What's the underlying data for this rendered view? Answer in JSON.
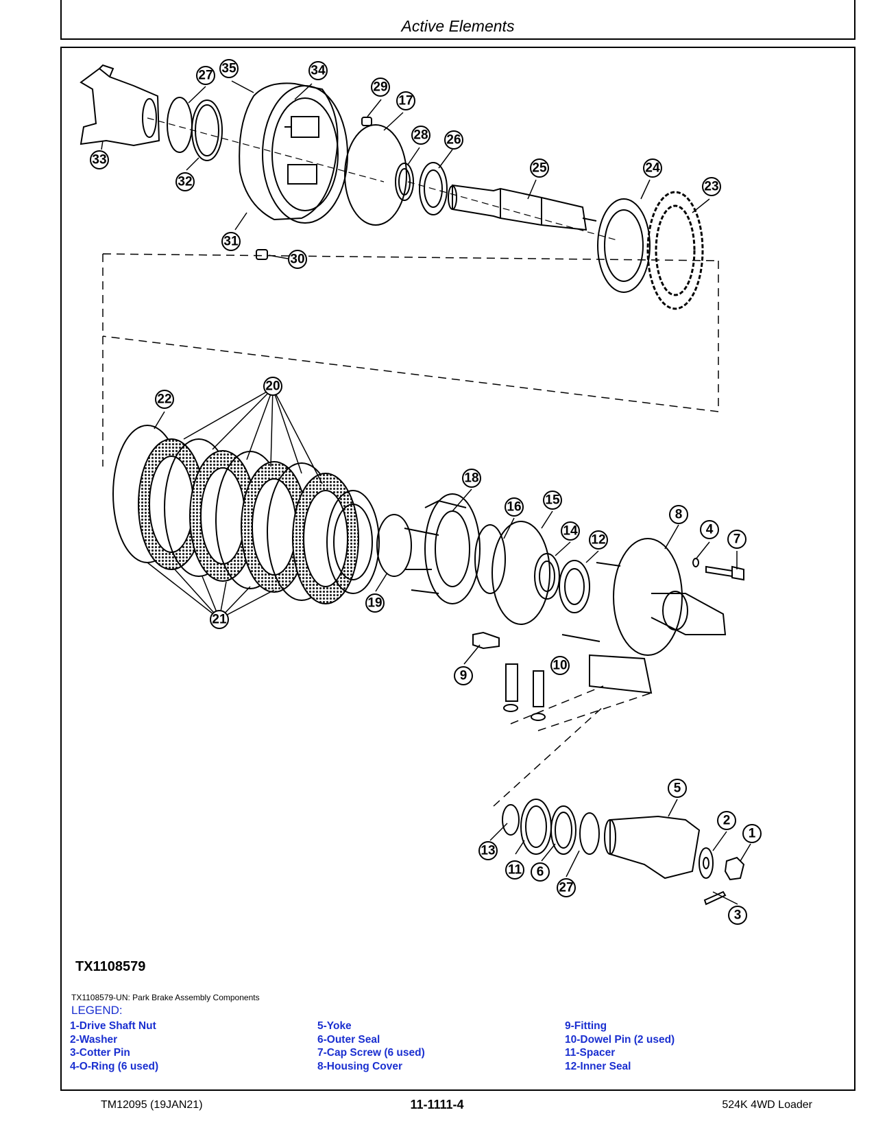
{
  "section_title": "Active Elements",
  "figure_id": "TX1108579",
  "caption": "TX1108579-UN: Park Brake Assembly Components",
  "legend": {
    "heading": "LEGEND:",
    "columns": [
      [
        "1-Drive Shaft Nut",
        "2-Washer",
        "3-Cotter Pin",
        "4-O-Ring (6 used)"
      ],
      [
        "5-Yoke",
        "6-Outer Seal",
        "7-Cap Screw (6 used)",
        "8-Housing Cover"
      ],
      [
        "9-Fitting",
        "10-Dowel Pin (2 used)",
        "11-Spacer",
        "12-Inner Seal"
      ]
    ]
  },
  "callouts": [
    "1",
    "2",
    "3",
    "4",
    "5",
    "6",
    "7",
    "8",
    "9",
    "10",
    "11",
    "12",
    "13",
    "14",
    "15",
    "16",
    "17",
    "18",
    "19",
    "20",
    "21",
    "22",
    "23",
    "24",
    "25",
    "26",
    "27",
    "28",
    "29",
    "30",
    "31",
    "32",
    "33",
    "34",
    "35"
  ],
  "footer": {
    "left": "TM12095 (19JAN21)",
    "center": "11-1111-4",
    "right": "524K 4WD Loader"
  },
  "colors": {
    "legend": "#1a2fd0"
  }
}
